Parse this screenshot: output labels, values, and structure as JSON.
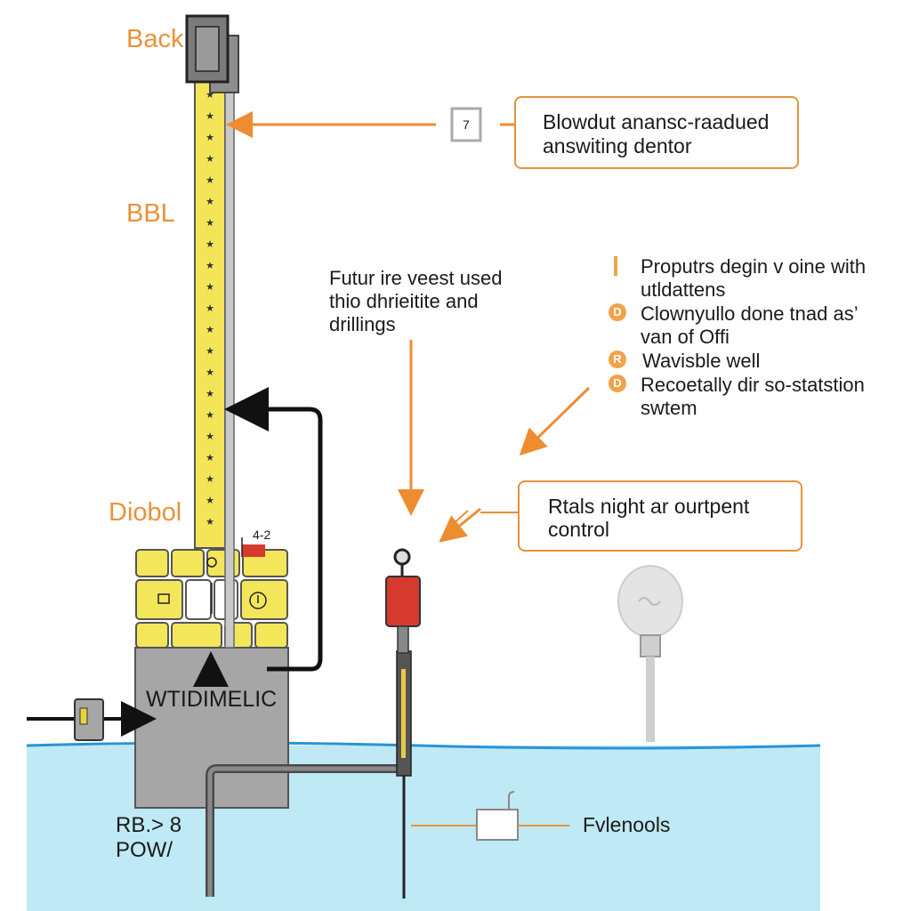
{
  "labels": {
    "back": "Back",
    "bbl": "BBL",
    "diobol": "Diobol",
    "wellhead_block": "WTIDIMELIC",
    "bottom_left_line1": "RB.> 8",
    "bottom_left_line2": "POW/",
    "small_tag": "4-2",
    "small_box": "7",
    "floor_label": "Fvlenools"
  },
  "callouts": {
    "top_box": {
      "line1": "Blowdut anansc-raadued",
      "line2": "answiting dentor"
    },
    "middle_text": {
      "line1": "Futur ire veest used",
      "line2": "thio dhrieitite and",
      "line3": "drillings"
    },
    "control_box": {
      "line1": "Rtals night ar ourtpent",
      "line2": "control"
    }
  },
  "legend": [
    {
      "marker": "bar",
      "line1": "Proputrs degin v oine with",
      "line2": "utldattens"
    },
    {
      "marker": "circle",
      "glyph": "D",
      "line1": "Clownyullo done tnad as’",
      "line2": "van of Offi"
    },
    {
      "marker": "circle",
      "glyph": "R",
      "line1": "Wavisble well",
      "line2": ""
    },
    {
      "marker": "circle",
      "glyph": "D",
      "line1": "Recoetally dir so-statstion",
      "line2": "swtem"
    }
  ],
  "colors": {
    "accent": "#e8923a",
    "water": "#bfe9f4",
    "water_line": "#2a93d5",
    "mast": "#f4e558",
    "block": "#f3e65a",
    "housing": "#a6a6a6",
    "valve_red": "#d63a2f"
  },
  "icons": [
    "derrick-mast",
    "arrow-icon",
    "valve-icon",
    "lamp-icon",
    "sensor-box-icon"
  ]
}
